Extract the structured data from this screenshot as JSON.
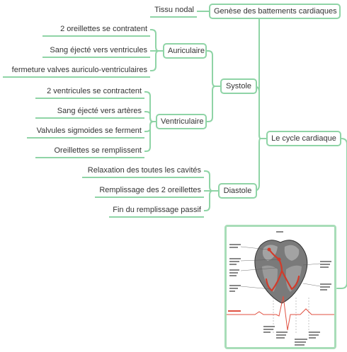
{
  "root": {
    "label": "Le cycle cardiaque"
  },
  "genese": {
    "label": "Genèse des battements cardiaques",
    "child": "Tissu nodal"
  },
  "systole": {
    "label": "Systole",
    "auriculaire": {
      "label": "Auriculaire",
      "items": [
        "2 oreillettes se contratent",
        "Sang éjecté vers ventricules",
        "fermeture valves auriculo-ventriculaires"
      ]
    },
    "ventriculaire": {
      "label": "Ventriculaire",
      "items": [
        "2 ventricules se contractent",
        "Sang éjecté vers artères",
        "Valvules sigmoides se ferment",
        "Oreillettes se remplissent"
      ]
    }
  },
  "diastole": {
    "label": "Diastole",
    "items": [
      "Relaxation des toutes les cavités",
      "Remplissage des 2 oreillettes",
      "Fin du remplissage passif"
    ]
  },
  "colors": {
    "line": "#8fd4a6",
    "heart_red": "#d23b2a",
    "ecg": "#e05040"
  }
}
